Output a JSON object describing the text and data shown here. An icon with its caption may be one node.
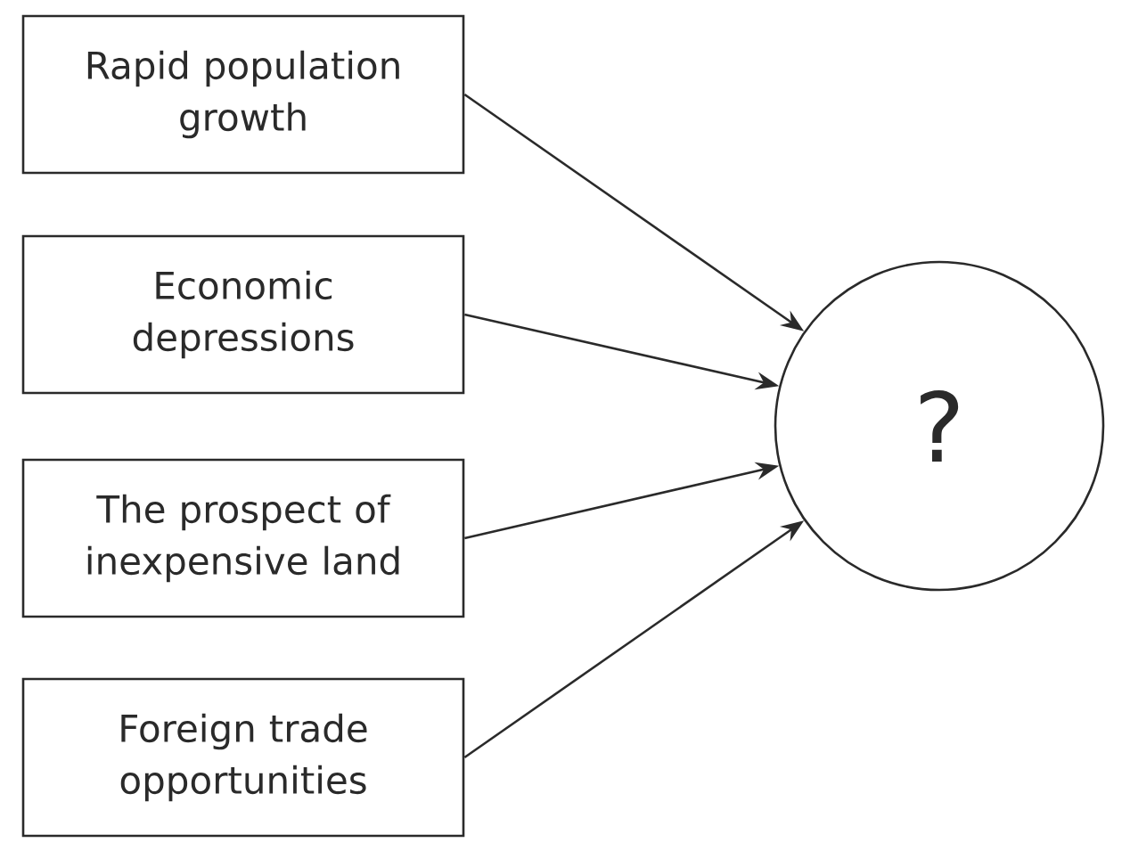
{
  "diagram": {
    "nodes": [
      {
        "text": [
          "Rapid population growth"
        ]
      },
      {
        "text": [
          "Economic depressions"
        ]
      },
      {
        "text": [
          "The prospect of inexpensive land"
        ]
      },
      {
        "text": [
          "Foreign trade opportunities"
        ]
      },
      {
        "text": [
          "?"
        ]
      }
    ],
    "edges": [
      {
        "from": 0,
        "to": 4,
        "arrow": "to"
      },
      {
        "from": 1,
        "to": 4,
        "arrow": "to"
      },
      {
        "from": 2,
        "to": 4,
        "arrow": "to"
      },
      {
        "from": 3,
        "to": 4,
        "arrow": "to"
      }
    ]
  }
}
